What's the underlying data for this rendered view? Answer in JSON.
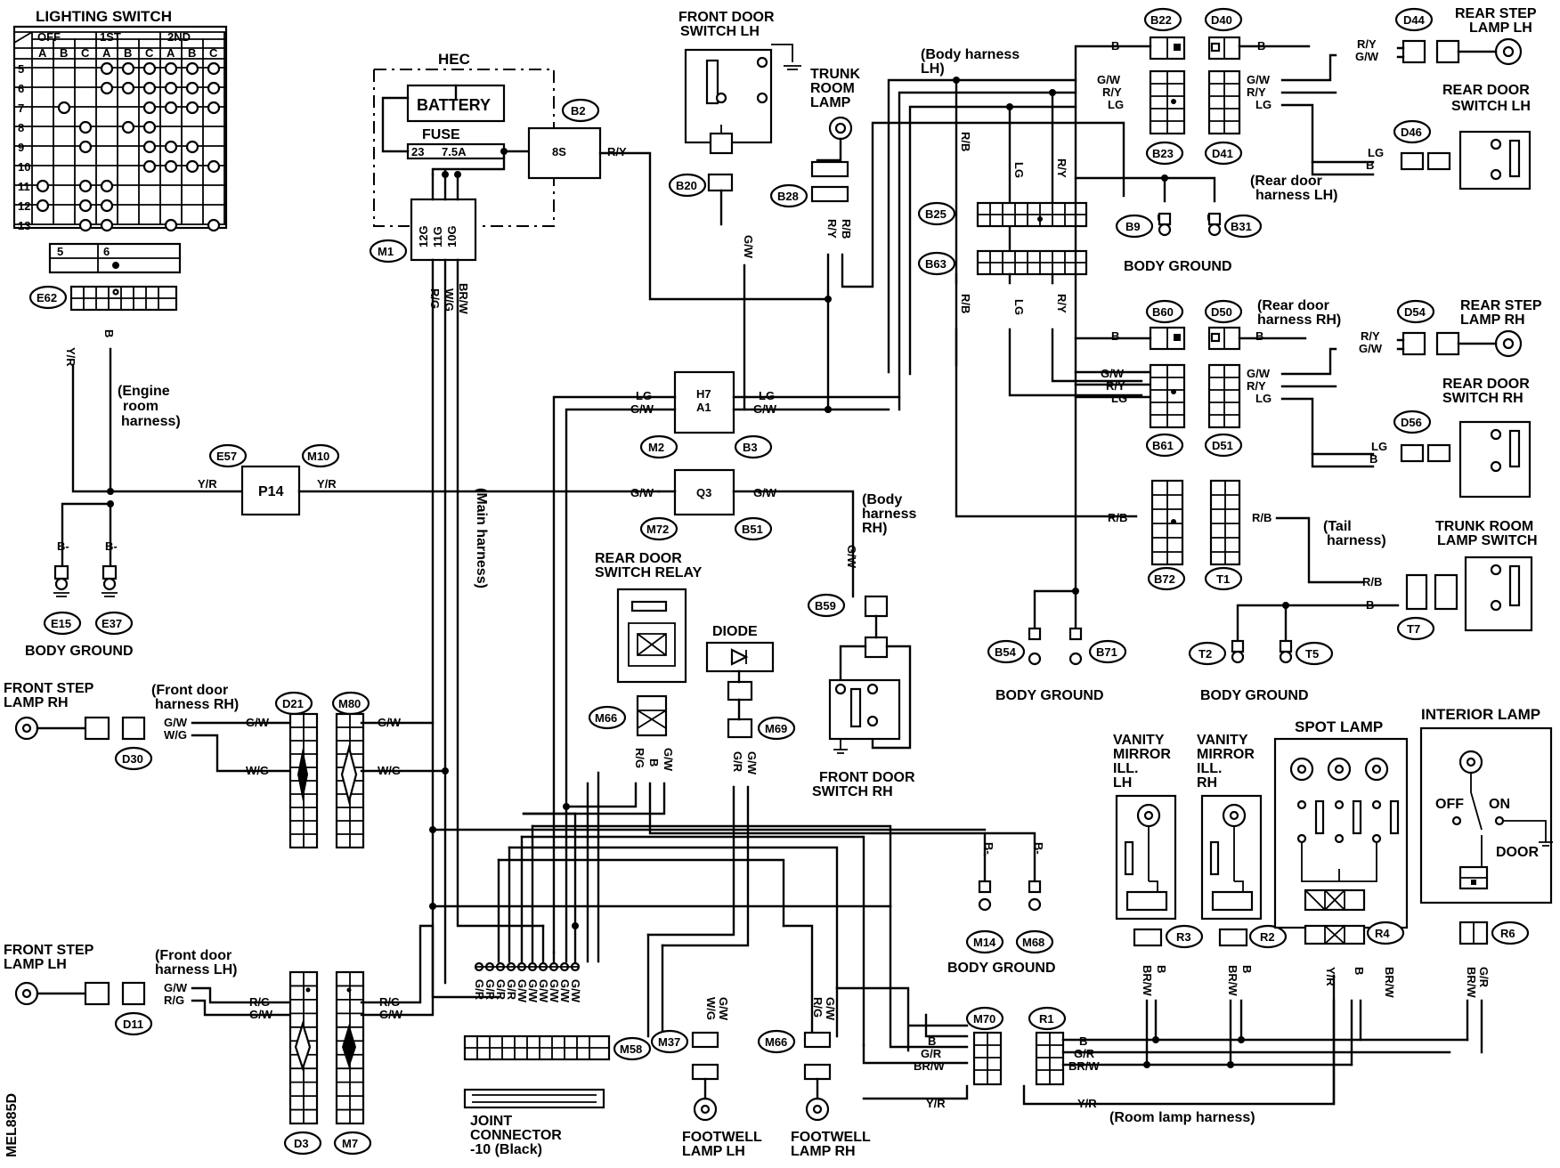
{
  "lighting_switch": {
    "title": "LIGHTING SWITCH",
    "positions": [
      "OFF",
      "1ST",
      "2ND"
    ],
    "columns": [
      "A",
      "B",
      "C",
      "A",
      "B",
      "C",
      "A",
      "B",
      "C"
    ],
    "rows": [
      "5",
      "6",
      "7",
      "8",
      "9",
      "10",
      "11",
      "12",
      "13"
    ],
    "connector_pins": [
      "5",
      "6"
    ]
  },
  "connectors": {
    "E62": "E62",
    "HEC": "HEC",
    "B2": "B2",
    "M1": "M1",
    "B20": "B20",
    "B28": "B28",
    "B22": "B22",
    "D40": "D40",
    "D44": "D44",
    "B23": "B23",
    "D41": "D41",
    "D46": "D46",
    "B25": "B25",
    "B63": "B63",
    "B9": "B9",
    "B31": "B31",
    "B60": "B60",
    "D50": "D50",
    "D54": "D54",
    "B61": "B61",
    "D51": "D51",
    "D56": "D56",
    "B72": "B72",
    "T1": "T1",
    "T7": "T7",
    "B54": "B54",
    "B71": "B71",
    "T2": "T2",
    "T5": "T5",
    "M2": "M2",
    "B3": "B3",
    "M72": "M72",
    "B51": "B51",
    "E57": "E57",
    "M10": "M10",
    "E15": "E15",
    "E37": "E37",
    "B59": "B59",
    "M66": "M66",
    "M69": "M69",
    "D21": "D21",
    "M80": "M80",
    "D30": "D30",
    "D11": "D11",
    "D3": "D3",
    "M7": "M7",
    "M58": "M58",
    "M37": "M37",
    "M66b": "M66",
    "M14": "M14",
    "M68": "M68",
    "M70": "M70",
    "R1": "R1",
    "R3": "R3",
    "R2": "R2",
    "R4": "R4",
    "R6": "R6"
  },
  "components": {
    "battery": "BATTERY",
    "fuse": "FUSE",
    "fuse_num": "23",
    "fuse_rating": "7.5A",
    "fuse_link": "8S",
    "m1_pins": [
      "12G",
      "11G",
      "10G"
    ],
    "front_door_switch_lh": [
      "FRONT DOOR",
      "SWITCH LH"
    ],
    "trunk_room_lamp": [
      "TRUNK",
      "ROOM",
      "LAMP"
    ],
    "rear_step_lamp_lh": [
      "REAR STEP",
      "LAMP LH"
    ],
    "rear_door_switch_lh": [
      "REAR DOOR",
      "SWITCH LH"
    ],
    "rear_step_lamp_rh": [
      "REAR STEP",
      "LAMP RH"
    ],
    "rear_door_switch_rh": [
      "REAR DOOR",
      "SWITCH RH"
    ],
    "trunk_room_lamp_switch": [
      "TRUNK ROOM",
      "LAMP SWITCH"
    ],
    "rear_door_switch_relay": [
      "REAR DOOR",
      "SWITCH RELAY"
    ],
    "diode": "DIODE",
    "front_door_switch_rh": [
      "FRONT DOOR",
      "SWITCH RH"
    ],
    "front_step_lamp_rh": [
      "FRONT STEP",
      "LAMP RH"
    ],
    "front_step_lamp_lh": [
      "FRONT STEP",
      "LAMP LH"
    ],
    "vanity_lh": [
      "VANITY",
      "MIRROR",
      "ILL.",
      "LH"
    ],
    "vanity_rh": [
      "VANITY",
      "MIRROR",
      "ILL.",
      "RH"
    ],
    "spot_lamp": "SPOT LAMP",
    "interior_lamp": "INTERIOR LAMP",
    "interior_off": "OFF",
    "interior_on": "ON",
    "interior_door": "DOOR",
    "joint_connector": [
      "JOINT",
      "CONNECTOR",
      "-10 (Black)"
    ],
    "footwell_lh": [
      "FOOTWELL",
      "LAMP LH"
    ],
    "footwell_rh": [
      "FOOTWELL",
      "LAMP RH"
    ],
    "splice_h7": "H7",
    "splice_a1": "A1",
    "splice_q3": "Q3",
    "splice_p14": "P14",
    "code": "MEL885D"
  },
  "harness": {
    "engine_room": [
      "(Engine",
      "room",
      "harness)"
    ],
    "body_lh": [
      "(Body harness",
      "LH)"
    ],
    "body_rh": [
      "(Body",
      "harness",
      "RH)"
    ],
    "main": "(Main harness)",
    "rear_door_lh": [
      "(Rear door",
      "harness LH)"
    ],
    "rear_door_rh": [
      "(Rear door",
      "harness RH)"
    ],
    "tail": [
      "(Tail",
      "harness)"
    ],
    "front_door_rh": [
      "(Front door",
      "harness RH)"
    ],
    "front_door_lh": [
      "(Front door",
      "harness LH)"
    ],
    "room_lamp": "(Room lamp harness)"
  },
  "grounds": {
    "body_ground": "BODY GROUND"
  },
  "wire_colors": {
    "B": "B",
    "RY": "R/Y",
    "GW": "G/W",
    "LG": "LG",
    "RB": "R/B",
    "YR": "Y/R",
    "WG": "W/G",
    "RG": "R/G",
    "BRW": "BR/W",
    "GR": "G/R",
    "Bdash": "B-"
  }
}
